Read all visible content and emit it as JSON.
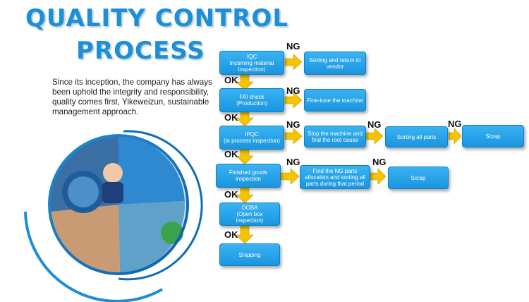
{
  "title": {
    "line1": "QUALITY CONTROL",
    "line2": "PROCESS"
  },
  "intro": "Since its inception, the company has always been uphold the integrity and responsibility, quality comes first, Yikeweizun, sustainable management approach.",
  "colors": {
    "accent": "#1b8fd8",
    "box": "#1f9be6",
    "arrow": "#f5c400"
  },
  "flow": {
    "iqc": "IQC\nIncoming material inspection)",
    "sort_return": "Sorting and return to vendor",
    "fai": "FAI check\n(Production)",
    "finetune": "Fine-tune the machine",
    "ipqc": "IPQC\n(in process inspection)",
    "stop": "Stop the machine and find the root cause",
    "sort_all": "Sorting all parts",
    "scrap1": "Scrap",
    "finished": "Finished goods inspection",
    "find_ng": "Find the NG parts allocation and sorting all parts during that period",
    "scrap2": "Scrap",
    "ooba": "OOBA\n(Open box inspection)",
    "shipping": "Shipping"
  },
  "labels": {
    "ng": "NG",
    "ok": "OK"
  }
}
